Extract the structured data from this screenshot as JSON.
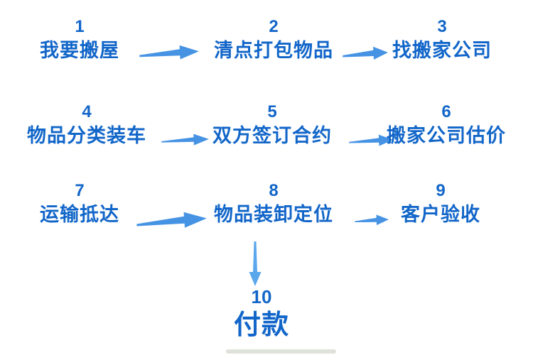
{
  "colors": {
    "step_text": "#1266C9",
    "arrow": "#4693E4",
    "down_arrow": "#5BA7EC"
  },
  "flowchart": {
    "steps": [
      {
        "number": "1",
        "label": "我要搬屋"
      },
      {
        "number": "2",
        "label": "清点打包物品"
      },
      {
        "number": "3",
        "label": "找搬家公司"
      },
      {
        "number": "4",
        "label": "物品分类装车"
      },
      {
        "number": "5",
        "label": "双方签订合约"
      },
      {
        "number": "6",
        "label": "搬家公司估价"
      },
      {
        "number": "7",
        "label": "运输抵达"
      },
      {
        "number": "8",
        "label": "物品装卸定位"
      },
      {
        "number": "9",
        "label": "客户验收"
      },
      {
        "number": "10",
        "label": "付款"
      }
    ],
    "connections": [
      {
        "from": "1",
        "to": "2",
        "direction": "right"
      },
      {
        "from": "2",
        "to": "3",
        "direction": "right"
      },
      {
        "from": "4",
        "to": "5",
        "direction": "right"
      },
      {
        "from": "5",
        "to": "6",
        "direction": "right"
      },
      {
        "from": "7",
        "to": "8",
        "direction": "right"
      },
      {
        "from": "8",
        "to": "9",
        "direction": "right"
      },
      {
        "from": "8",
        "to": "10",
        "direction": "down"
      }
    ]
  }
}
